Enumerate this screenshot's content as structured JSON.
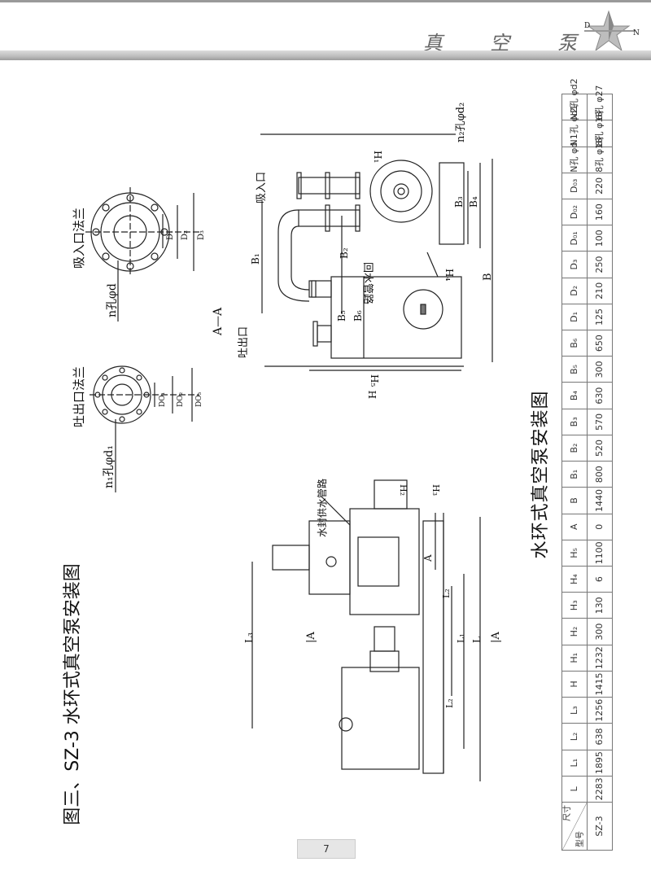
{
  "header": {
    "chars": [
      "真",
      "空",
      "泵"
    ],
    "logo_letters": [
      "D",
      "N"
    ]
  },
  "title": "图三、SZ-3 水环式真空泵安装图",
  "subtitle": "水环式真空泵安装图",
  "flanges": {
    "suction_label": "吸入口法兰",
    "suction_holes": "n孔φd",
    "suction_dims": [
      "D₁",
      "D₂",
      "D₃"
    ],
    "outlet_label": "吐出口法兰",
    "outlet_holes": "n₁孔φd₁",
    "outlet_dims": [
      "DO₁",
      "DO₂",
      "DO₃"
    ],
    "section": "A—A"
  },
  "side_view": {
    "inlet": "吸入口",
    "outlet": "吐出口",
    "return_pipe": "回水管路",
    "base_holes": "n₂孔φd₂",
    "dims": {
      "H": "H",
      "H1": "H₁",
      "H4": "H₄",
      "H5": "H₅",
      "B": "B",
      "B1": "B₁",
      "B2": "B₂",
      "B3": "B₃",
      "B4": "B₄",
      "B5": "B₅",
      "B6": "B₆"
    }
  },
  "front_view": {
    "seal_pipe": "水封供水管路",
    "dims": {
      "L": "L",
      "L1": "L₁",
      "L2": "L₂",
      "L3": "L₃",
      "H2": "H₂",
      "H3": "H₃",
      "A": "A",
      "secA1": "|A",
      "secA2": "|A"
    }
  },
  "table": {
    "corner_top": "尺寸",
    "corner_bottom": "型号",
    "headers": [
      "L",
      "L₁",
      "L₂",
      "L₃",
      "H",
      "H₁",
      "H₂",
      "H₃",
      "H₄",
      "H₅",
      "A",
      "B",
      "B₁",
      "B₂",
      "B₃",
      "B₄",
      "B₅",
      "B₆",
      "D₁",
      "D₂",
      "D₃",
      "D₀₁",
      "D₀₂",
      "D₀₃",
      "N孔 φd",
      "N1孔 φd1",
      "N2孔 φd2"
    ],
    "model": "SZ-3",
    "values": [
      "2283",
      "1895",
      "638",
      "1256",
      "1415",
      "1232",
      "300",
      "130",
      "6",
      "1100",
      "0",
      "1440",
      "800",
      "520",
      "570",
      "630",
      "300",
      "650",
      "125",
      "210",
      "250",
      "100",
      "160",
      "220",
      "8孔 φ18",
      "8孔 φ18",
      "6孔 φ27"
    ]
  },
  "page_number": "7"
}
